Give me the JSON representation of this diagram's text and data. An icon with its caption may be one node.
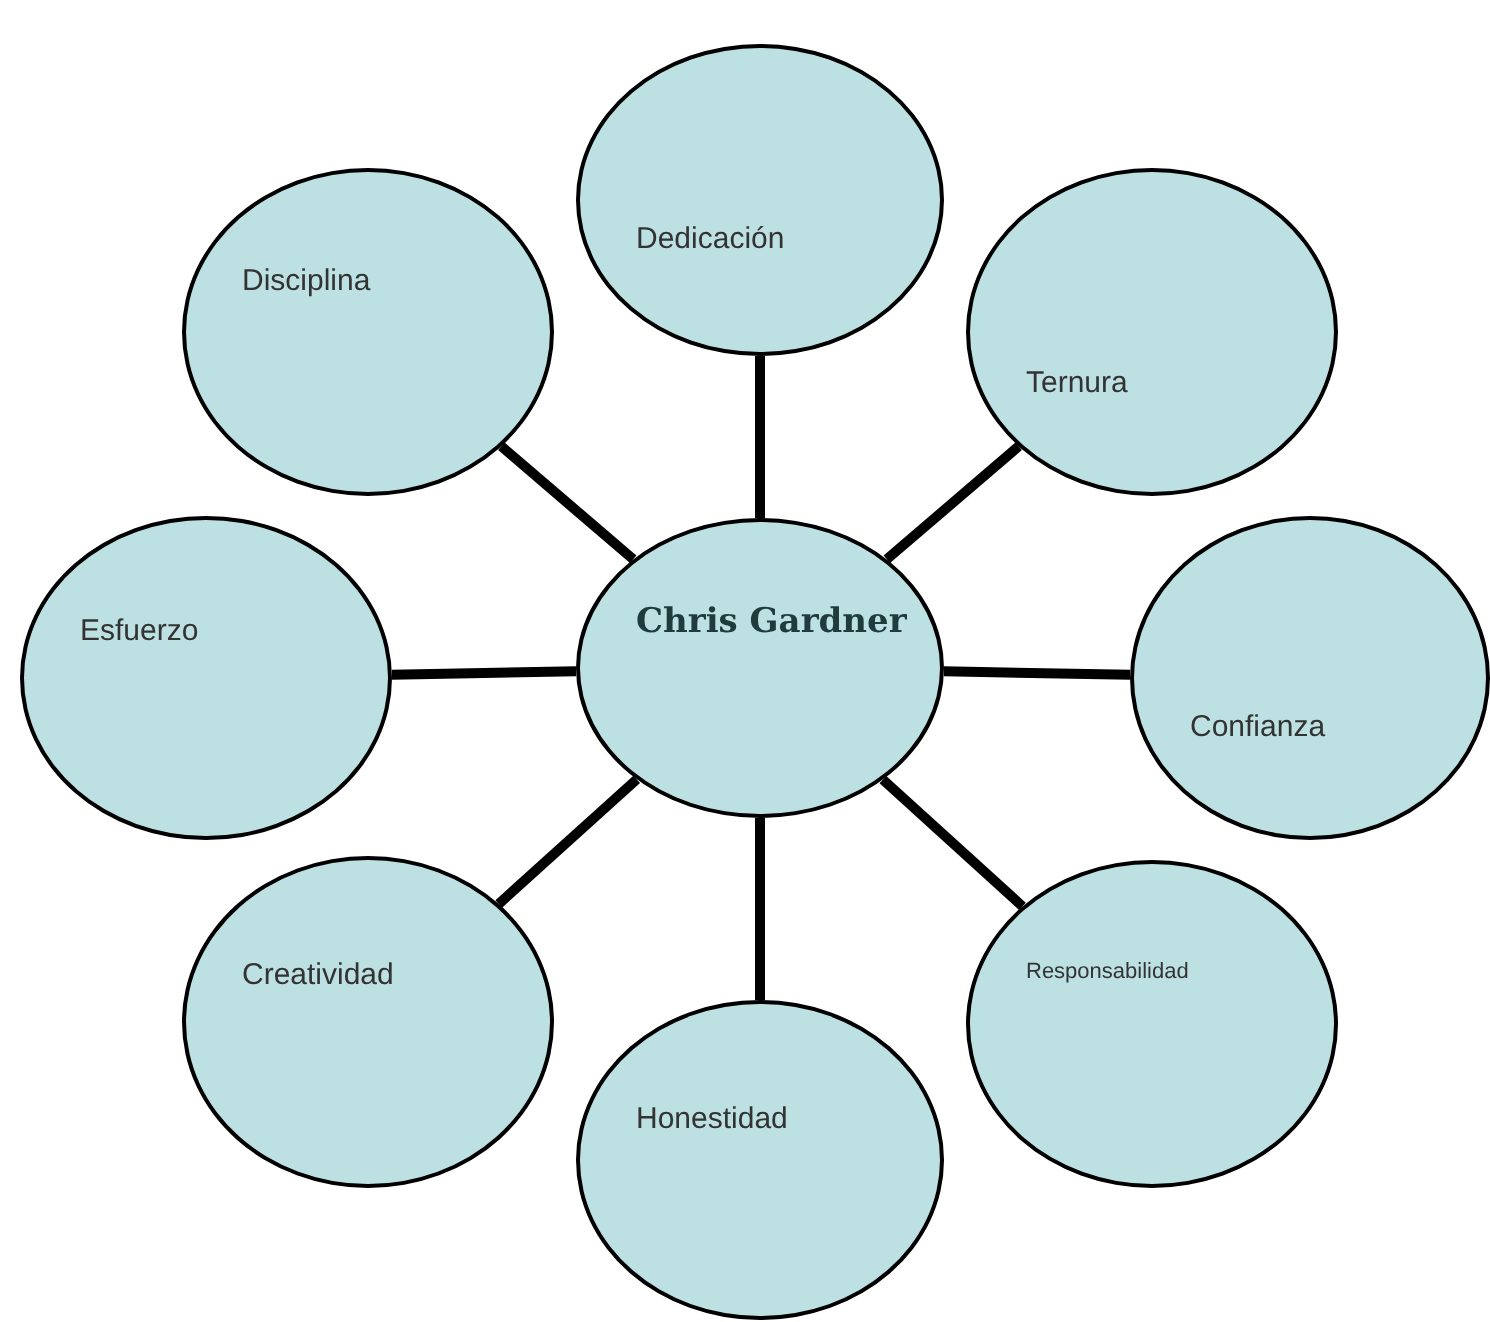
{
  "diagram": {
    "nodes": [
      {
        "text": [
          "Chris Gardner"
        ]
      },
      {
        "text": [
          "Dedicación"
        ]
      },
      {
        "text": [
          "Ternura"
        ]
      },
      {
        "text": [
          "Confianza"
        ]
      },
      {
        "text": [
          "Responsabilidad"
        ]
      },
      {
        "text": [
          "Honestidad"
        ]
      },
      {
        "text": [
          "Creatividad"
        ]
      },
      {
        "text": [
          "Esfuerzo"
        ]
      },
      {
        "text": [
          "Disciplina"
        ]
      }
    ],
    "edges": [
      {
        "from": 0,
        "to": 1,
        "arrow": "none"
      },
      {
        "from": 0,
        "to": 2,
        "arrow": "none"
      },
      {
        "from": 0,
        "to": 3,
        "arrow": "none"
      },
      {
        "from": 0,
        "to": 4,
        "arrow": "none"
      },
      {
        "from": 0,
        "to": 5,
        "arrow": "none"
      },
      {
        "from": 0,
        "to": 6,
        "arrow": "none"
      },
      {
        "from": 0,
        "to": 7,
        "arrow": "none"
      },
      {
        "from": 0,
        "to": 8,
        "arrow": "none"
      }
    ]
  }
}
